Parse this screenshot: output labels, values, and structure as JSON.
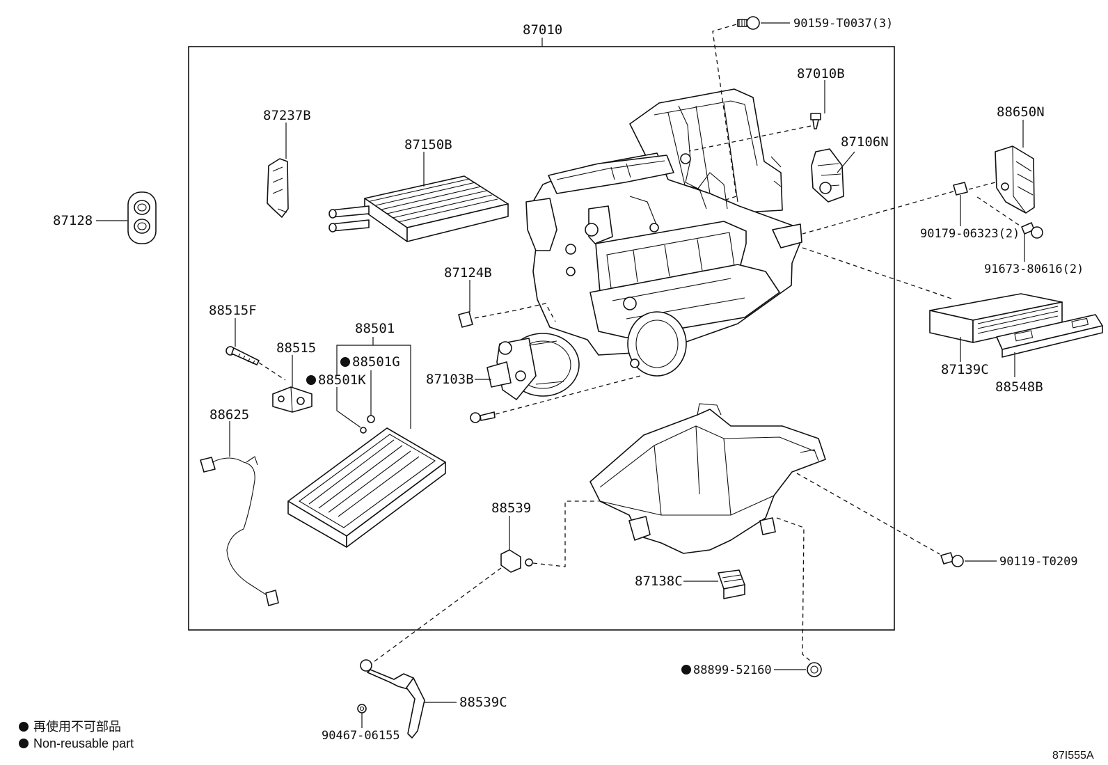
{
  "diagram": {
    "assembly_label": "87010",
    "labels": {
      "p87237B": "87237B",
      "p87150B": "87150B",
      "p87128": "87128",
      "p87010B": "87010B",
      "p87106N": "87106N",
      "p88650N": "88650N",
      "p90159": "90159-T0037(3)",
      "p90179": "90179-06323(2)",
      "p91673": "91673-80616(2)",
      "p87124B": "87124B",
      "p88515F": "88515F",
      "p88515": "88515",
      "p88501": "88501",
      "p88501G": "88501G",
      "p88501K": "88501K",
      "p87103B": "87103B",
      "p88625": "88625",
      "p87139C": "87139C",
      "p88548B": "88548B",
      "p88539": "88539",
      "p87138C": "87138C",
      "p90119": "90119-T0209",
      "p88899": "88899-52160",
      "p88539C": "88539C",
      "p90467": "90467-06155"
    },
    "legend": {
      "japanese": "再使用不可部品",
      "english": "Non-reusable part"
    },
    "figure_code": "87I555A"
  }
}
